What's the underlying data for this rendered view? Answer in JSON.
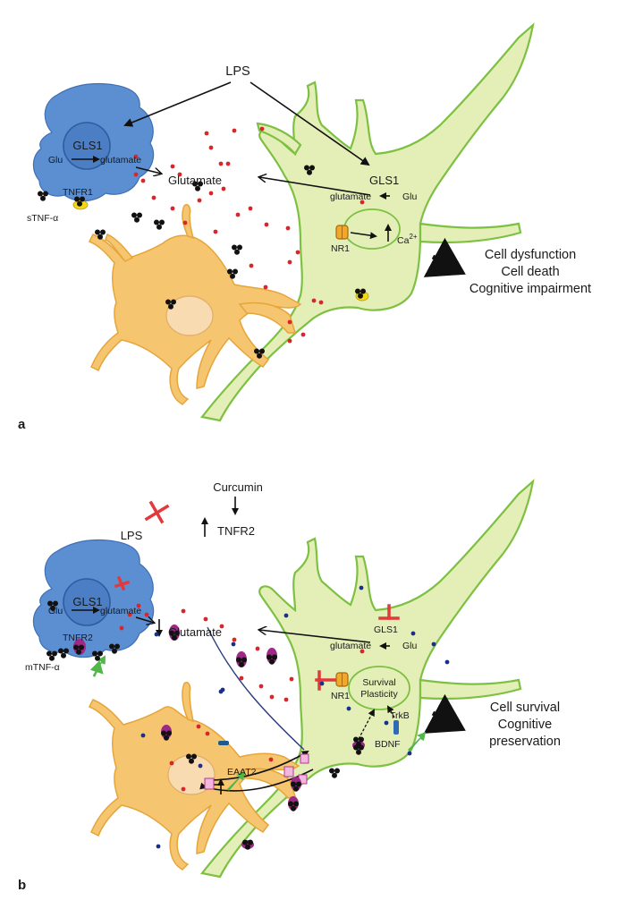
{
  "panel_a": {
    "label": "a",
    "lps": "LPS",
    "gls1_microglia": "GLS1",
    "glu_microglia": "Glu",
    "glutamate_microglia": "glutamate",
    "glutamate_extracellular": "Glutamate",
    "tnfr1": "TNFR1",
    "stnf": "sTNF-α",
    "gls1_neuron": "GLS1",
    "glutamate_neuron": "glutamate",
    "glu_neuron": "Glu",
    "nr1": "NR1",
    "ca_base": "Ca",
    "ca_sup": "2+",
    "outcomes": [
      "Cell dysfunction",
      "Cell death",
      "Cognitive impairment"
    ]
  },
  "panel_b": {
    "label": "b",
    "curcumin": "Curcumin",
    "tnfr2_up": "TNFR2",
    "lps": "LPS",
    "gls1_microglia": "GLS1",
    "glu_microglia": "Glu",
    "glutamate_microglia": "glutamate",
    "glutamate_extracellular": "Glutamate",
    "tnfr2": "TNFR2",
    "mtnf": "mTNF-α",
    "gls1_neuron": "GLS1",
    "glutamate_neuron": "glutamate",
    "glu_neuron": "Glu",
    "nr1": "NR1",
    "survival": "Survival",
    "plasticity": "Plasticity",
    "trkb": "TrkB",
    "bdnf": "BDNF",
    "eaat2": "EAAT2",
    "outcomes": [
      "Cell survival",
      "Cognitive",
      "preservation"
    ]
  },
  "colors": {
    "neuron_fill": "#e4efb8",
    "neuron_stroke": "#7dc042",
    "astrocyte": "#f6c56f",
    "microglia": "#5b8fd2",
    "glutamate_dot": "#d8262c",
    "tnf_dot": "#111111",
    "inhibition": "#e2393c",
    "promotion": "#4fb848",
    "receptor": "#9d2a86"
  }
}
